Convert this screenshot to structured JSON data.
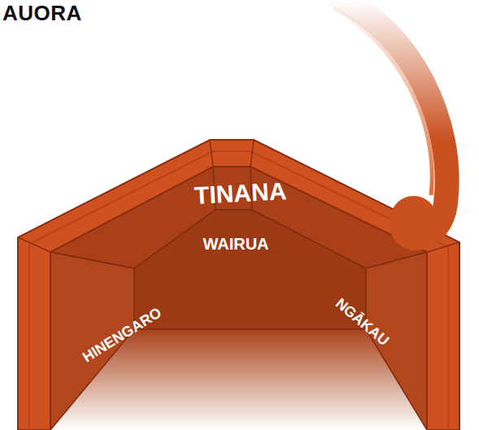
{
  "diagram": {
    "title": "AUORA",
    "labels": [
      "TINANA",
      "WAIRUA",
      "HINENGARO",
      "NGĀKAU"
    ]
  }
}
